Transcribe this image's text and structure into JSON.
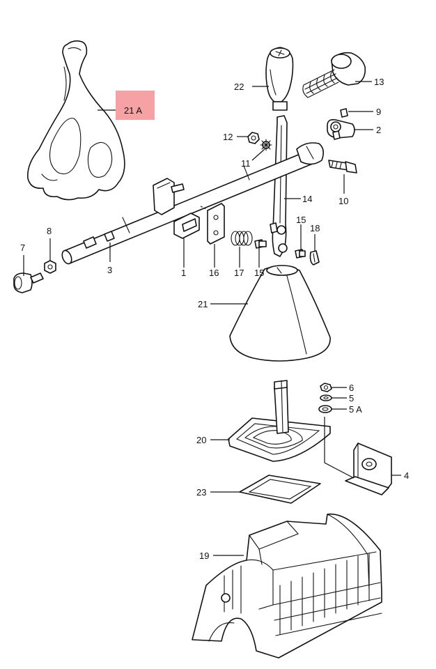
{
  "labels": {
    "p21a": "21 A",
    "p22": "22",
    "p13": "13",
    "p9": "9",
    "p2": "2",
    "p12": "12",
    "p11": "11",
    "p10": "10",
    "p14": "14",
    "p15a": "15",
    "p18": "18",
    "p8": "8",
    "p7": "7",
    "p3": "3",
    "p1": "1",
    "p16": "16",
    "p17": "17",
    "p15b": "15",
    "p21": "21",
    "p6": "6",
    "p5": "5",
    "p5a": "5 A",
    "p20": "20",
    "p4": "4",
    "p23": "23",
    "p19": "19"
  },
  "colors": {
    "highlight": "#f6a1a4",
    "line": "#111111",
    "background": "#ffffff"
  }
}
